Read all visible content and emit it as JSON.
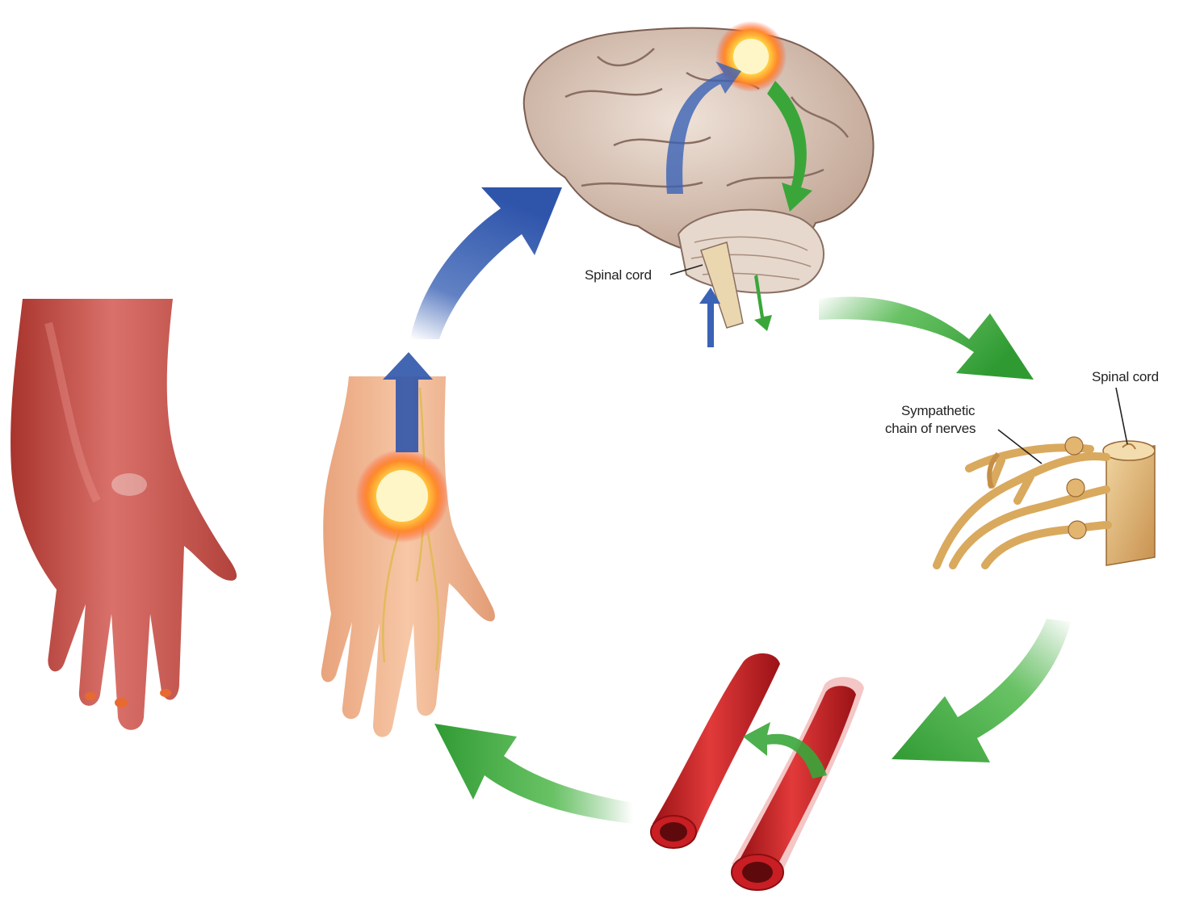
{
  "labels": {
    "brain_spinal_cord": "Spinal cord",
    "nerve_spinal_cord": "Spinal cord",
    "sympathetic_line1": "Sympathetic",
    "sympathetic_line2": "chain of nerves"
  },
  "colors": {
    "afferent_arrow": "#3a62b5",
    "efferent_arrow": "#3aa63a",
    "pain_burst": "#ffe24a",
    "vessel": "#c81e24",
    "skin": "#f2b58c",
    "swollen_skin": "#c9524a",
    "brain": "#d8c2b4",
    "nerve_tissue": "#dcb172"
  },
  "icons": {
    "swollen_hand": "swollen-hand-illustration",
    "injured_hand": "injured-hand-illustration",
    "brain": "brain-illustration",
    "sympathetic_chain": "sympathetic-chain-illustration",
    "blood_vessels": "blood-vessels-illustration"
  }
}
